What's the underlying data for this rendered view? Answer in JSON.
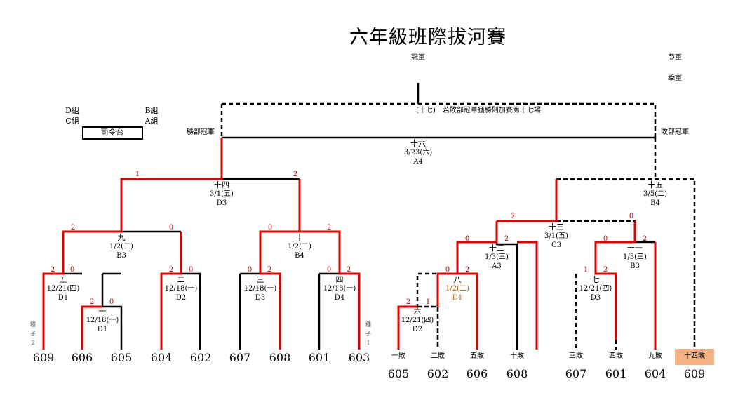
{
  "title": "六年級班際拔河賽",
  "champion_label": "冠軍",
  "runner_up_label": "亞軍",
  "third_label": "季軍",
  "stage": {
    "d_group": "D組",
    "c_group": "C組",
    "b_group": "B組",
    "a_group": "A組",
    "podium": "司令台"
  },
  "winners_final_label": "勝部冠軍",
  "losers_final_label": "敗部冠軍",
  "extra_game_note": "(十七)　若敗部冠軍獲勝則加賽第十七場",
  "seed_left": "種子2",
  "seed_right": "種子1",
  "matches": {
    "m1": {
      "name": "一",
      "date": "12/18(一)",
      "court": "D1"
    },
    "m2": {
      "name": "二",
      "date": "12/18(一)",
      "court": "D2"
    },
    "m3": {
      "name": "三",
      "date": "12/18(一)",
      "court": "D3"
    },
    "m4": {
      "name": "四",
      "date": "12/18(一)",
      "court": "D4"
    },
    "m5": {
      "name": "五",
      "date": "12/21(四)",
      "court": "D1"
    },
    "m6": {
      "name": "六",
      "date": "12/21(四)",
      "court": "D2"
    },
    "m7": {
      "name": "七",
      "date": "12/21(四)",
      "court": "D3"
    },
    "m8": {
      "name": "八",
      "date": "1/2(二)",
      "court": "D1"
    },
    "m9": {
      "name": "九",
      "date": "1/2(二)",
      "court": "B3"
    },
    "m10": {
      "name": "十",
      "date": "1/2(二)",
      "court": "B4"
    },
    "m11": {
      "name": "十一",
      "date": "1/3(三)",
      "court": "B3"
    },
    "m12": {
      "name": "十二",
      "date": "1/3(三)",
      "court": "A3"
    },
    "m13": {
      "name": "十三",
      "date": "3/1(五)",
      "court": "C3"
    },
    "m14": {
      "name": "十四",
      "date": "3/1(五)",
      "court": "D3"
    },
    "m15": {
      "name": "十五",
      "date": "3/5(二)",
      "court": "B4"
    },
    "m16": {
      "name": "十六",
      "date": "3/23(六)",
      "court": "A4"
    }
  },
  "winners_teams": [
    "609",
    "606",
    "605",
    "604",
    "602",
    "607",
    "608",
    "601",
    "603"
  ],
  "losers_slots": [
    "一敗",
    "二敗",
    "五敗",
    "十敗",
    "三敗",
    "四敗",
    "九敗",
    "十四敗"
  ],
  "losers_teams": [
    "605",
    "602",
    "606",
    "608",
    "607",
    "601",
    "604",
    "609"
  ],
  "scores": {
    "m1": [
      "2",
      "0"
    ],
    "m5": [
      "2",
      "0"
    ],
    "m2": [
      "2",
      "0"
    ],
    "m3": [
      "0",
      "2"
    ],
    "m4": [
      "0",
      "2"
    ],
    "m9": [
      "2",
      "0"
    ],
    "m10": [
      "0",
      "2"
    ],
    "m14": [
      "1",
      "2"
    ],
    "m6": [
      "2",
      "1"
    ],
    "m8": [
      "0",
      "2"
    ],
    "m12": [
      "0",
      "2"
    ],
    "m7": [
      "1",
      "2"
    ],
    "m11": [
      "0",
      "2"
    ],
    "m13": [
      "2",
      "0"
    ]
  },
  "colors": {
    "winner_path": "#e00000",
    "line": "#000000",
    "score": "#c00000",
    "date_highlight": "#c06000",
    "cell_highlight": "#f4b183"
  }
}
